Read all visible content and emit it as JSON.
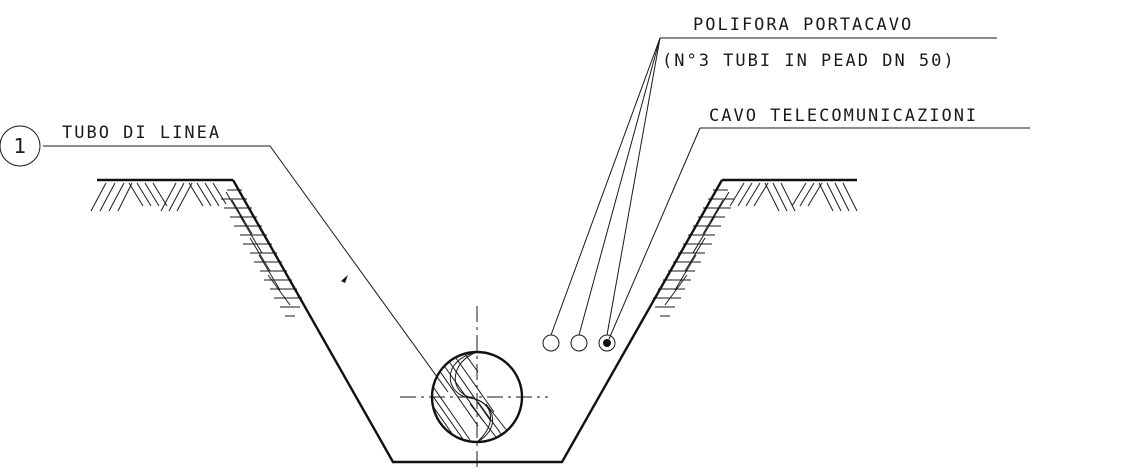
{
  "labels": {
    "marker_number": "1",
    "tubo_di_linea": "TUBO DI LINEA",
    "polifora_title": "POLIFORA PORTACAVO",
    "polifora_detail": "(N°3 TUBI IN PEAD DN 50)",
    "cavo": "CAVO TELECOMUNICAZIONI"
  },
  "polifora": {
    "tube_count": 3,
    "tubes": [
      {
        "id": "tube-1",
        "has_cable": false
      },
      {
        "id": "tube-2",
        "has_cable": false
      },
      {
        "id": "tube-3",
        "has_cable": true
      }
    ]
  }
}
